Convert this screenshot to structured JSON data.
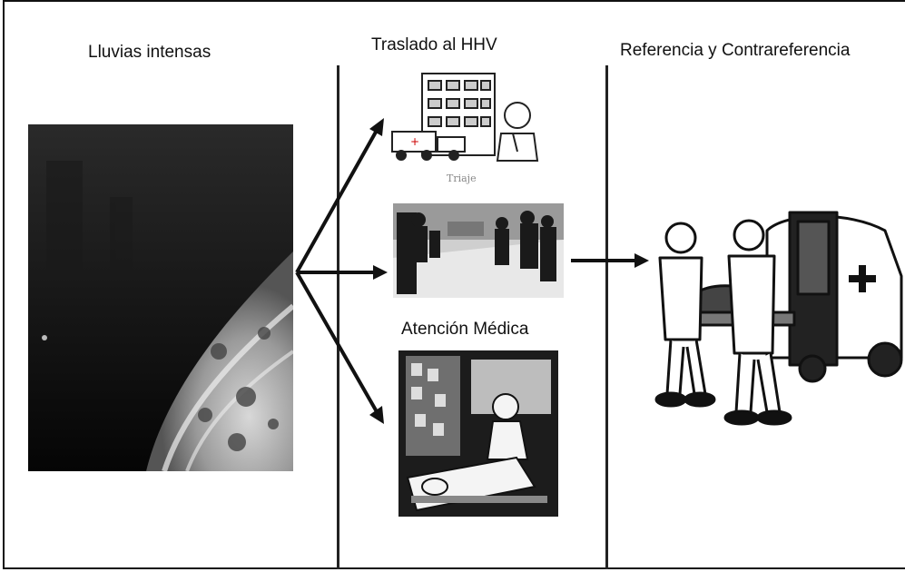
{
  "columns": {
    "col1": {
      "heading": "Lluvias intensas"
    },
    "col2": {
      "heading": "Traslado al HHV",
      "caption_small": "Triaje",
      "caption_medical": "Atención Médica"
    },
    "col3": {
      "heading": "Referencia y Contrareferencia"
    }
  },
  "icons": {
    "flood": "flood-photo",
    "hospital": "hospital-with-ambulance-and-doctor-icon",
    "triage": "triage-room-photo",
    "medical": "medical-care-illustration",
    "ambulance": "paramedics-loading-stretcher-into-ambulance-icon"
  }
}
